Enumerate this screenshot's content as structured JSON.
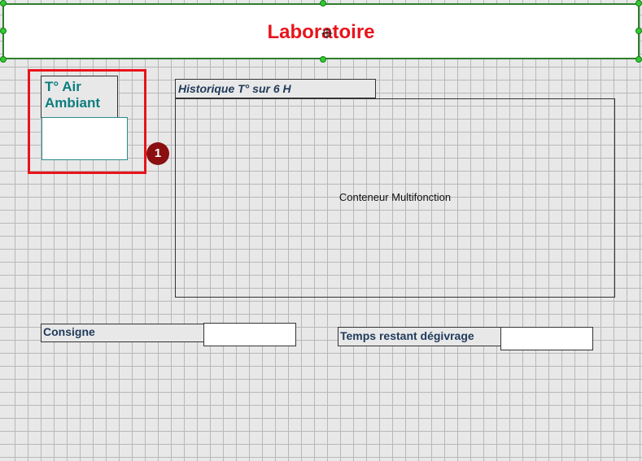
{
  "header": {
    "title": "Laboratoire",
    "title_color": "#e8141c",
    "selection_color": "#2f7d2f"
  },
  "widgets": {
    "air_temp": {
      "label": "T° Air\nAmbiant",
      "label_color": "#0d7d7d",
      "value": ""
    },
    "history": {
      "label": "Historique T° sur 6 H"
    },
    "container": {
      "label": "Conteneur Multifonction"
    },
    "setpoint": {
      "label": "Consigne",
      "value": ""
    },
    "defrost": {
      "label": "Temps restant dégivrage",
      "value": ""
    }
  },
  "annotations": {
    "callout_number": "1",
    "highlight_color": "#e8141c",
    "badge_color": "#8b0f10"
  },
  "icons": {
    "move_cursor": "move-cursor-icon",
    "resize_handle": "resize-handle-icon"
  }
}
